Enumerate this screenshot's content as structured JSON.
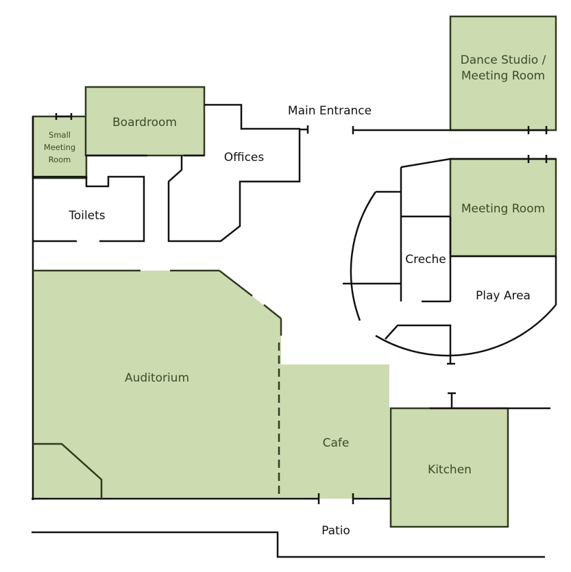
{
  "rooms": {
    "small_meeting_room": [
      "Small",
      "Meeting",
      "Room"
    ],
    "boardroom": "Boardroom",
    "offices": "Offices",
    "main_entrance": "Main Entrance",
    "dance_studio": [
      "Dance Studio /",
      "Meeting Room"
    ],
    "toilets": "Toilets",
    "meeting_room": "Meeting Room",
    "creche": "Creche",
    "play_area": "Play Area",
    "auditorium": "Auditorium",
    "cafe": "Cafe",
    "kitchen": "Kitchen",
    "patio": "Patio"
  },
  "colors": {
    "room_fill": "#cddbb0",
    "room_label": "#3b4a2a",
    "wall": "#111111"
  }
}
